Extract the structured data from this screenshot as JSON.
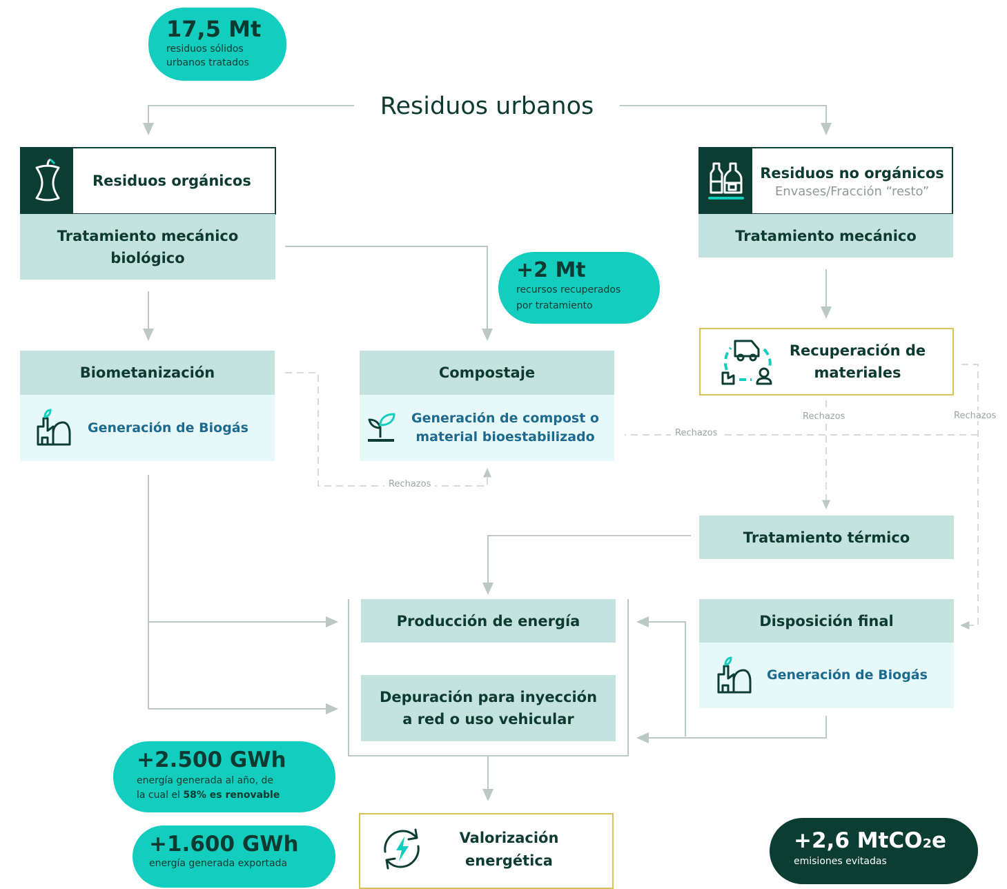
{
  "title": "Residuos urbanos",
  "stat_top": {
    "value": "17,5 Mt",
    "line1": "residuos sólidos",
    "line2": "urbanos tratados"
  },
  "organic": {
    "title": "Residuos orgánicos",
    "treatment": "Tratamiento mecánico biológico",
    "icon": "apple-core-icon"
  },
  "non_organic": {
    "title": "Residuos no orgánicos",
    "subtitle": "Envases/Fracción “resto”",
    "treatment": "Tratamiento mecánico",
    "icon": "bottles-conveyor-icon"
  },
  "stat_recovered": {
    "value": "+2 Mt",
    "line1": "recursos recuperados",
    "line2": "por tratamiento"
  },
  "biometanizacion": {
    "title": "Biometanización",
    "output": "Generación de Biogás",
    "icon": "biogas-plant-icon"
  },
  "compostaje": {
    "title": "Compostaje",
    "output_line1": "Generación de compost o",
    "output_line2": "material bioestabilizado",
    "icon": "sprout-icon"
  },
  "recuperacion": {
    "line1": "Recuperación de",
    "line2": "materiales",
    "icon": "recycling-truck-icon"
  },
  "rechazos_label": "Rechazos",
  "tratamiento_termico": "Tratamiento térmico",
  "produccion_energia": "Producción de energía",
  "depuracion": {
    "line1": "Depuración para inyección",
    "line2": "a red o uso vehicular"
  },
  "disposicion": {
    "title": "Disposición final",
    "output": "Generación de Biogás",
    "icon": "biogas-plant-icon"
  },
  "stat_energy": {
    "value": "+2.500 GWh",
    "line1": "energía generada al año, de",
    "line2_pre": "la cual el ",
    "line2_bold": "58% es renovable"
  },
  "stat_export": {
    "value": "+1.600 GWh",
    "line1": "energía generada exportada"
  },
  "valorizacion": {
    "line1": "Valorización",
    "line2": "energética",
    "icon": "energy-cycle-icon"
  },
  "stat_emissions": {
    "value": "+2,6 MtCO₂e",
    "line1": "emisiones evitadas"
  },
  "colors": {
    "teal": "#13cdbf",
    "dark_green": "#0b3d33",
    "light_header": "#c4e2de",
    "light_sub": "#e7f8f8",
    "blue_text": "#1d6a8f",
    "gold": "#d6c25a"
  }
}
